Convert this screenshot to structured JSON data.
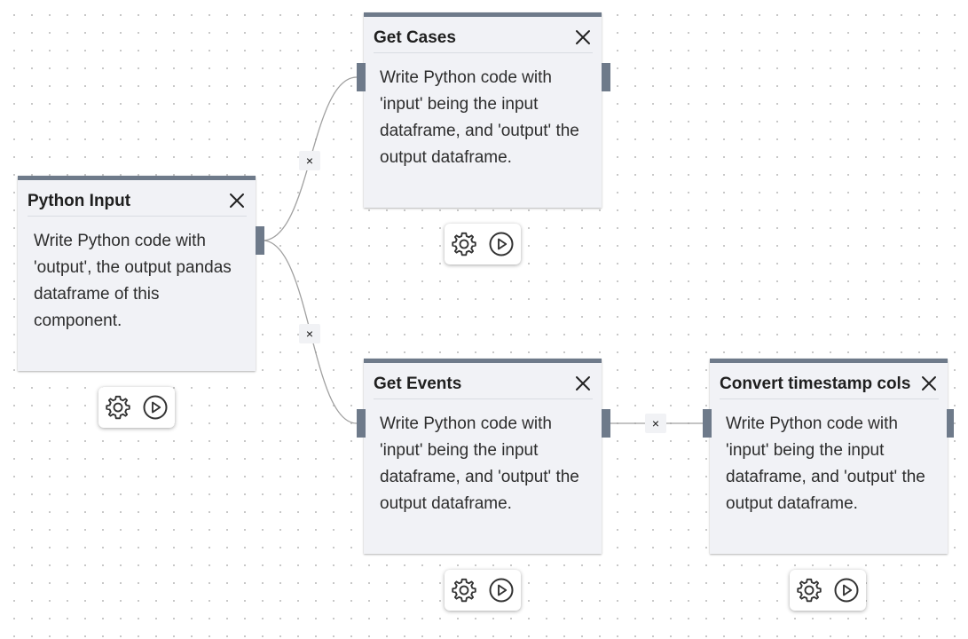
{
  "canvas": {
    "edges": [
      {
        "id": "python-input-to-get-cases",
        "delete_label": "×"
      },
      {
        "id": "python-input-to-get-events",
        "delete_label": "×"
      },
      {
        "id": "get-events-to-convert-timestamp-cols",
        "delete_label": "×"
      }
    ],
    "nodes": [
      {
        "id": "python-input",
        "title": "Python Input",
        "description": "Write Python code with 'output', the output pandas dataframe of this component."
      },
      {
        "id": "get-cases",
        "title": "Get Cases",
        "description": "Write Python code with 'input' being the input dataframe, and 'output' the output dataframe."
      },
      {
        "id": "get-events",
        "title": "Get Events",
        "description": "Write Python code with 'input' being the input dataframe, and 'output' the output dataframe."
      },
      {
        "id": "convert-timestamp-cols",
        "title": "Convert timestamp cols",
        "description": "Write Python code with 'input' being the input dataframe, and 'output' the output dataframe."
      }
    ],
    "icons": {
      "close": "close-icon",
      "settings": "gear-icon",
      "run": "play-circle-icon"
    },
    "colors": {
      "node_header": "#6e7a8a",
      "node_background": "#f1f2f6",
      "edge": "#9e9e9e"
    }
  }
}
